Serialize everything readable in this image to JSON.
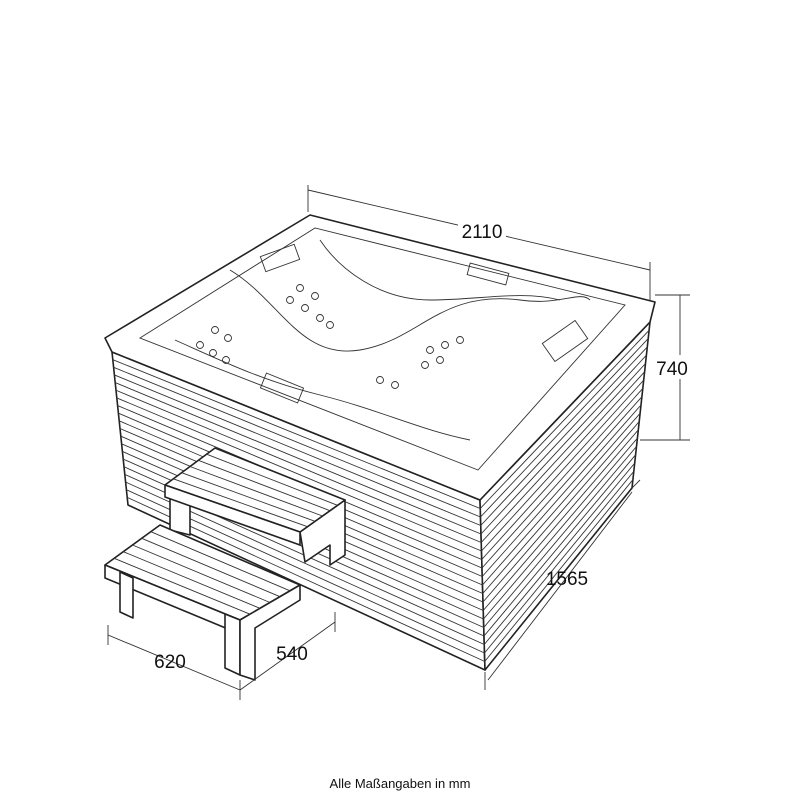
{
  "dimensions": {
    "width": "2110",
    "height": "740",
    "depth": "1565",
    "step_width": "620",
    "step_depth": "540"
  },
  "caption": "Alle Maßangaben in mm"
}
